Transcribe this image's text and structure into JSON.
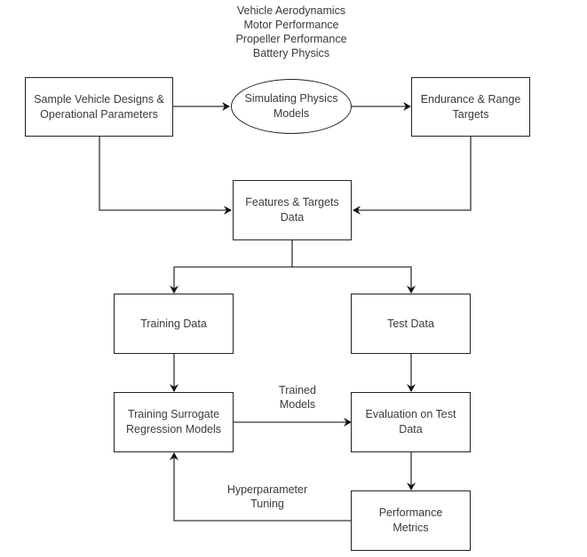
{
  "diagram": {
    "annotation_physics": "Vehicle Aerodynamics\nMotor Performance\nPropeller Performance\nBattery Physics",
    "nodes": {
      "sample_designs": "Sample Vehicle Designs &\nOperational Parameters",
      "simulating_physics": "Simulating Physics\nModels",
      "endurance_targets": "Endurance & Range\nTargets",
      "features_targets": "Features & Targets\nData",
      "training_data": "Training Data",
      "test_data": "Test Data",
      "training_surrogate": "Training Surrogate\nRegression Models",
      "evaluation": "Evaluation on Test\nData",
      "performance_metrics": "Performance\nMetrics"
    },
    "edge_labels": {
      "trained_models": "Trained\nModels",
      "hyperparameter_tuning": "Hyperparameter\nTuning"
    },
    "colors": {
      "stroke": "#222222",
      "text": "#3a3a3a",
      "background": "#ffffff"
    }
  }
}
